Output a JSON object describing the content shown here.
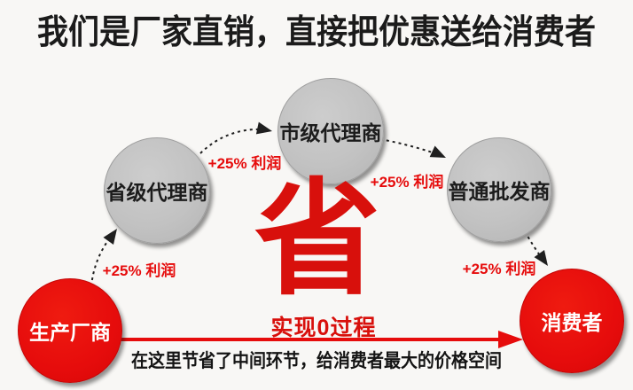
{
  "title": "我们是厂家直销，直接把优惠送给消费者",
  "colors": {
    "accent_red": "#e60c0c",
    "big_char_red": "#d8100c",
    "node_gray": "#c2c2c2",
    "text_black": "#1b1b1b"
  },
  "flow": {
    "nodes": [
      {
        "id": "manufacturer",
        "label": "生产厂商",
        "type": "red"
      },
      {
        "id": "provincial-agent",
        "label": "省级代理商",
        "type": "gray"
      },
      {
        "id": "city-agent",
        "label": "市级代理商",
        "type": "gray"
      },
      {
        "id": "wholesaler",
        "label": "普通批发商",
        "type": "gray"
      },
      {
        "id": "consumer",
        "label": "消费者",
        "type": "red"
      }
    ],
    "profit_labels": [
      "+25% 利润",
      "+25% 利润",
      "+25% 利润",
      "+25% 利润"
    ]
  },
  "center": {
    "big_char": "省",
    "subtitle": "实现0过程"
  },
  "bottom_note": "在这里节省了中间环节，给消费者最大的价格空间"
}
